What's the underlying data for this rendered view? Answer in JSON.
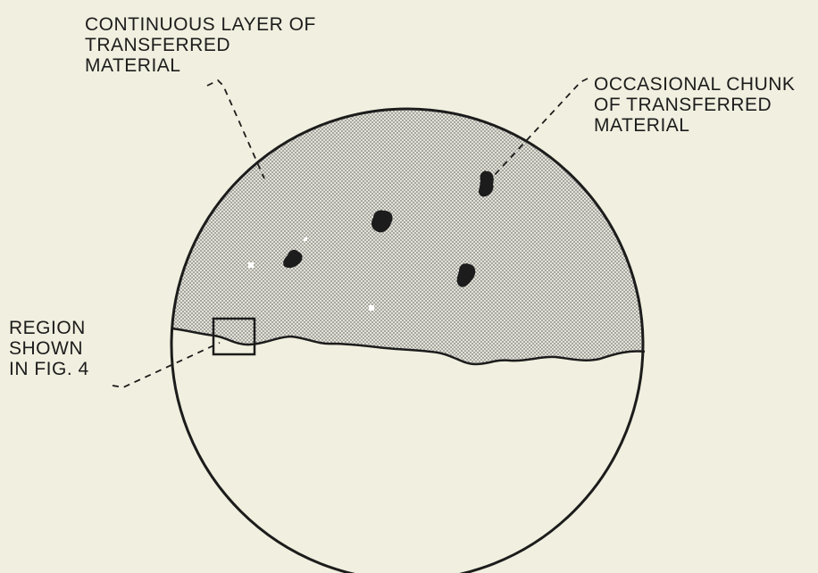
{
  "labels": {
    "continuous_layer": {
      "line1": "CONTINUOUS LAYER OF",
      "line2": "TRANSFERRED",
      "line3": "MATERIAL"
    },
    "occasional_chunk": {
      "line1": "OCCASIONAL CHUNK",
      "line2": "OF TRANSFERRED",
      "line3": "MATERIAL"
    },
    "region_shown": {
      "line1": "REGION",
      "line2": "SHOWN",
      "line3": "IN FIG. 4"
    }
  },
  "colors": {
    "background": "#f1efdf",
    "ink": "#1c1c1c",
    "stipple": "#9a9a94"
  }
}
